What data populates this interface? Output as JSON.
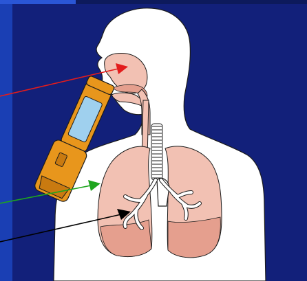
{
  "slide": {
    "background_color": "#0d1a5c",
    "panel_color": "#12207a",
    "left_bar_color": "#1a3fb4",
    "top_bar_color": "#2a56d6"
  },
  "illustration": {
    "figure_color": "#ffffff",
    "tissue_color": "#f2c1b3",
    "tissue_dark_color": "#e59f8e",
    "inhaler_body_color": "#e8961c",
    "inhaler_canister_color": "#9fd0ee",
    "outline_color": "#1b1b1b"
  },
  "arrows": [
    {
      "name": "nasal-cavity-arrow",
      "color": "#e31c1c"
    },
    {
      "name": "lung-arrow",
      "color": "#1ea51e"
    },
    {
      "name": "bronchi-arrow",
      "color": "#000000"
    }
  ]
}
